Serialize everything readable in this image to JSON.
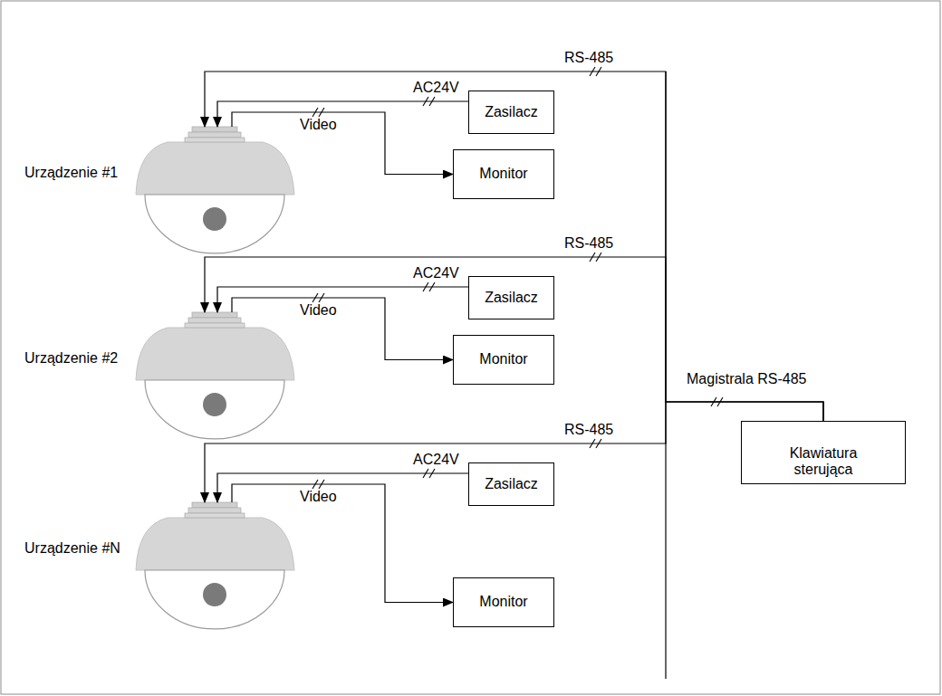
{
  "diagram": {
    "nodes": [
      {
        "text": [
          "Urządzenie #1"
        ]
      },
      {
        "text": [
          "Zasilacz"
        ]
      },
      {
        "text": [
          "Monitor"
        ]
      },
      {
        "text": [
          "Urządzenie #2"
        ]
      },
      {
        "text": [
          "Zasilacz"
        ]
      },
      {
        "text": [
          "Monitor"
        ]
      },
      {
        "text": [
          "Klawiatura sterująca"
        ]
      },
      {
        "text": [
          "Urządzenie #N"
        ]
      },
      {
        "text": [
          "Zasilacz"
        ]
      },
      {
        "text": [
          "Monitor"
        ]
      }
    ],
    "edges": [
      {
        "from": 6,
        "to": 0,
        "label": "RS-485",
        "arrow": "to"
      },
      {
        "from": 1,
        "to": 0,
        "label": "AC24V",
        "arrow": "to"
      },
      {
        "from": 0,
        "to": 2,
        "label": "Video",
        "arrow": "to"
      },
      {
        "from": 6,
        "to": 3,
        "label": "RS-485",
        "arrow": "to"
      },
      {
        "from": 4,
        "to": 3,
        "label": "AC24V",
        "arrow": "to"
      },
      {
        "from": 3,
        "to": 5,
        "label": "Video",
        "arrow": "to"
      },
      {
        "from": 6,
        "to": 7,
        "label": "RS-485",
        "arrow": "to"
      },
      {
        "from": 8,
        "to": 7,
        "label": "AC24V",
        "arrow": "to"
      },
      {
        "from": 7,
        "to": 9,
        "label": "Video",
        "arrow": "to"
      }
    ],
    "labels": [
      "Magistrala RS-485"
    ]
  }
}
